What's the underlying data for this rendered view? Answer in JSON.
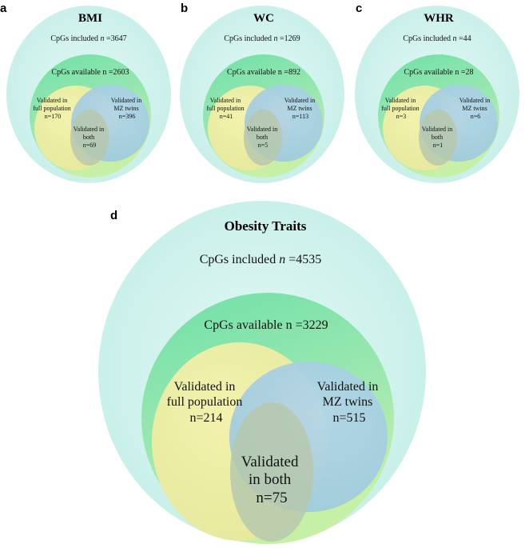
{
  "panels": [
    {
      "id": "a",
      "letter": "a",
      "title": "BMI",
      "included_prefix": "CpGs included ",
      "n_symbol": "n",
      "included_value": " =3647",
      "available": "CpGs available n =2603",
      "full_line1": "Validated in",
      "full_line2": "full population",
      "full_n": "n=170",
      "mz_line1": "Validated in",
      "mz_line2": "MZ twins",
      "mz_n": "n=396",
      "both_line1": "Validated in",
      "both_line2": "both",
      "both_n": "n=69"
    },
    {
      "id": "b",
      "letter": "b",
      "title": "WC",
      "included_prefix": "CpGs included ",
      "n_symbol": "n",
      "included_value": " =1269",
      "available": "CpGs available n =892",
      "full_line1": "Validated in",
      "full_line2": "full population",
      "full_n": "n=41",
      "mz_line1": "Validated in",
      "mz_line2": "MZ twins",
      "mz_n": "n=113",
      "both_line1": "Validated in",
      "both_line2": "both",
      "both_n": "n=5"
    },
    {
      "id": "c",
      "letter": "c",
      "title": "WHR",
      "included_prefix": "CpGs included ",
      "n_symbol": "n",
      "included_value": " =44",
      "available": "CpGs available n =28",
      "full_line1": "Validated in",
      "full_line2": "full population",
      "full_n": "n=3",
      "mz_line1": "Validated in",
      "mz_line2": "MZ twins",
      "mz_n": "n=6",
      "both_line1": "Validated in",
      "both_line2": "both",
      "both_n": "n=1"
    },
    {
      "id": "d",
      "letter": "d",
      "title": "Obesity Traits",
      "included_prefix": "CpGs included ",
      "n_symbol": "n",
      "included_value": " =4535",
      "available": "CpGs available n =3229",
      "full_line1": "Validated in",
      "full_line2": "full population",
      "full_n": "n=214",
      "mz_line1": "Validated in",
      "mz_line2": "MZ twins",
      "mz_n": "n=515",
      "both_line1": "Validated",
      "both_line2": "in both",
      "both_n": "n=75"
    }
  ],
  "colors": {
    "included": "#d3f2ee",
    "available": "#8fe6ae",
    "full_population": "#f5f0a2",
    "mz_twins": "#a8cfe6",
    "both": "#b4c7aa"
  }
}
